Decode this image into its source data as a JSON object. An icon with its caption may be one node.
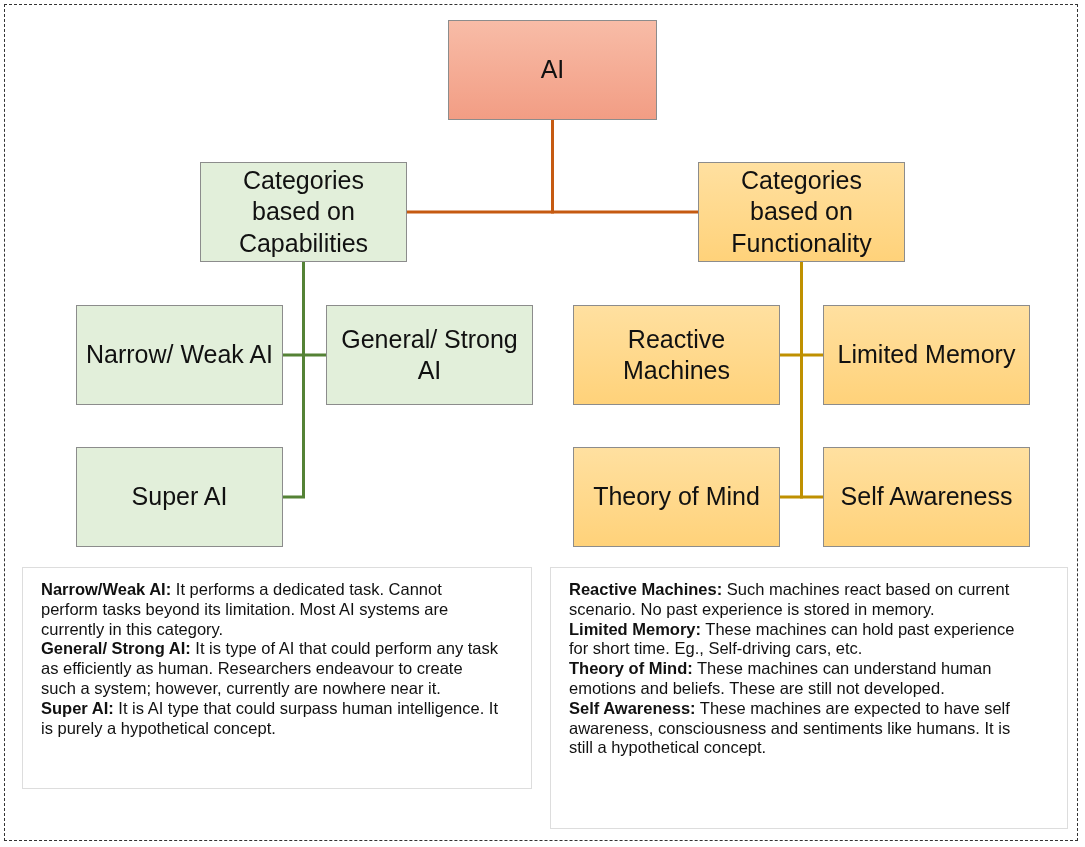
{
  "diagram": {
    "nodes": [
      {
        "text": [
          "AI"
        ]
      },
      {
        "text": [
          "Categories based on Capabilities"
        ]
      },
      {
        "text": [
          "Categories based on Functionality"
        ]
      },
      {
        "text": [
          "Narrow/ Weak AI"
        ]
      },
      {
        "text": [
          "General/ Strong AI"
        ]
      },
      {
        "text": [
          "Super AI"
        ]
      },
      {
        "text": [
          "Reactive Machines"
        ]
      },
      {
        "text": [
          "Limited Memory"
        ]
      },
      {
        "text": [
          "Theory of Mind"
        ]
      },
      {
        "text": [
          "Self Awareness"
        ]
      },
      {
        "text": [
          "**Narrow/Weak AI:** It performs a dedicated task. Cannot perform tasks beyond its limitation. Most AI systems are currently in this category.",
          "**General/ Strong AI:** It is type of AI that could perform any task as efficiently as human. Researchers endeavour to create such a system; however, currently are nowhere near it.",
          "**Super AI:** It is AI type that could surpass human intelligence. It is purely a hypothetical concept."
        ]
      },
      {
        "text": [
          "**Reactive Machines:** Such machines react based on current scenario. No past experience is stored in memory.",
          "**Limited Memory:** These machines can hold past experience for short time. Eg., Self-driving cars, etc.",
          "**Theory of Mind:** These machines can understand human emotions and beliefs. These are still not developed.",
          "**Self Awareness:** These machines are expected to have self awareness, consciousness and sentiments like humans. It is still a hypothetical concept."
        ]
      }
    ],
    "edges": [
      {
        "from": 0,
        "to": 1,
        "arrow": "none",
        "color": "#c55a11"
      },
      {
        "from": 0,
        "to": 2,
        "arrow": "none",
        "color": "#c55a11"
      },
      {
        "from": 1,
        "to": 3,
        "arrow": "none",
        "color": "#548235"
      },
      {
        "from": 1,
        "to": 4,
        "arrow": "none",
        "color": "#548235"
      },
      {
        "from": 1,
        "to": 5,
        "arrow": "none",
        "color": "#548235"
      },
      {
        "from": 2,
        "to": 6,
        "arrow": "none"
      },
      {
        "from": 2,
        "to": 7,
        "arrow": "none"
      },
      {
        "from": 2,
        "to": 8,
        "arrow": "none"
      },
      {
        "from": 2,
        "to": 9,
        "arrow": "none"
      }
    ]
  }
}
